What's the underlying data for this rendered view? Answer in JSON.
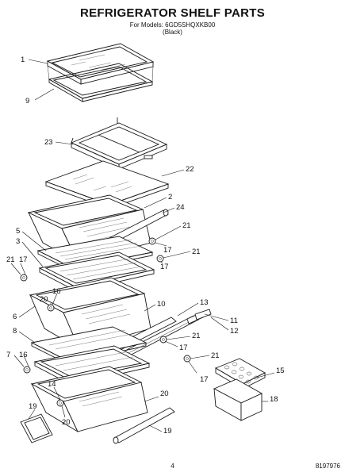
{
  "header": {
    "title": "REFRIGERATOR SHELF PARTS",
    "models_line": "For Models: 6GD5SHQXKB00",
    "color_line": "(Black)"
  },
  "callouts": [
    "1",
    "9",
    "23",
    "22",
    "2",
    "24",
    "5",
    "3",
    "21",
    "17",
    "21",
    "17",
    "21",
    "17",
    "6",
    "16",
    "20",
    "10",
    "13",
    "11",
    "12",
    "8",
    "21",
    "17",
    "21",
    "17",
    "7",
    "16",
    "15",
    "14",
    "18",
    "20",
    "19"
  ],
  "footer": {
    "page_number": "4",
    "document_number": "8197976"
  }
}
